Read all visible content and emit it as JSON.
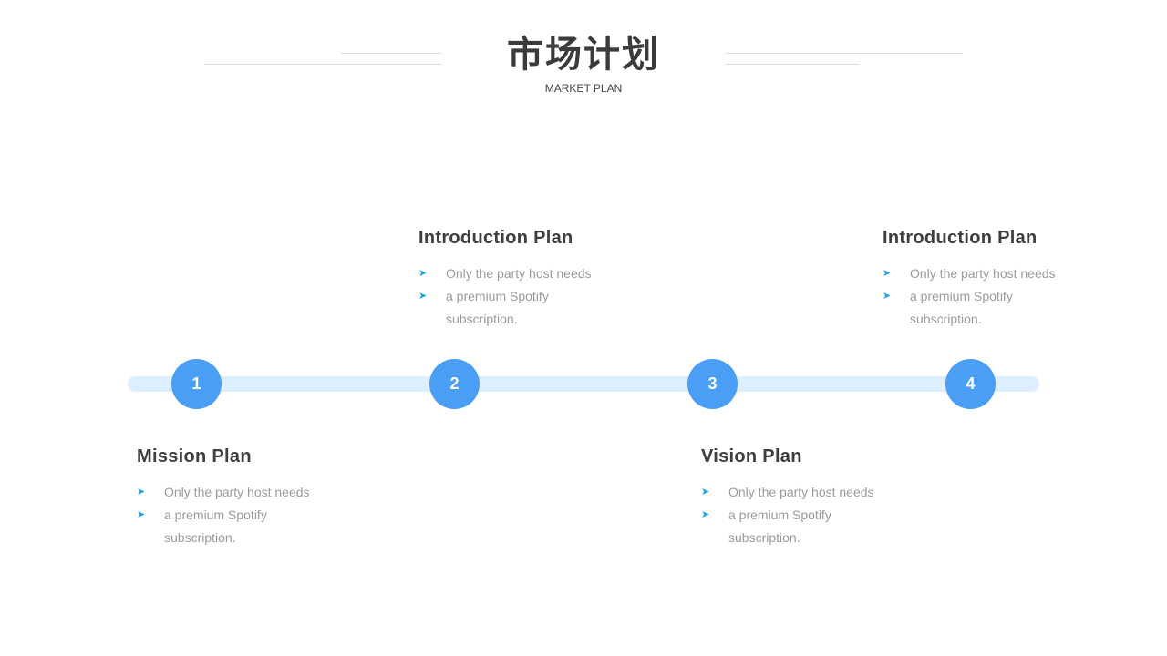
{
  "header": {
    "title": "市场计划",
    "subtitle": "MARKET PLAN"
  },
  "colors": {
    "accent": "#4a9ef5",
    "track": "#ddeefe",
    "bullet": "#1fa2e8"
  },
  "timeline": {
    "nodes": [
      "1",
      "2",
      "3",
      "4"
    ]
  },
  "cards": [
    {
      "title": "Mission  Plan",
      "bullets": [
        "Only the party host needs",
        "a premium Spotify",
        "subscription."
      ]
    },
    {
      "title": "Introduction  Plan",
      "bullets": [
        "Only the party host needs",
        "a premium Spotify",
        "subscription."
      ]
    },
    {
      "title": "Vision  Plan",
      "bullets": [
        "Only the party host needs",
        "a premium Spotify",
        "subscription."
      ]
    },
    {
      "title": "Introduction  Plan",
      "bullets": [
        "Only the party host needs",
        "a premium Spotify",
        "subscription."
      ]
    }
  ],
  "icons": {
    "bullet": "arrow-bullet-icon"
  }
}
